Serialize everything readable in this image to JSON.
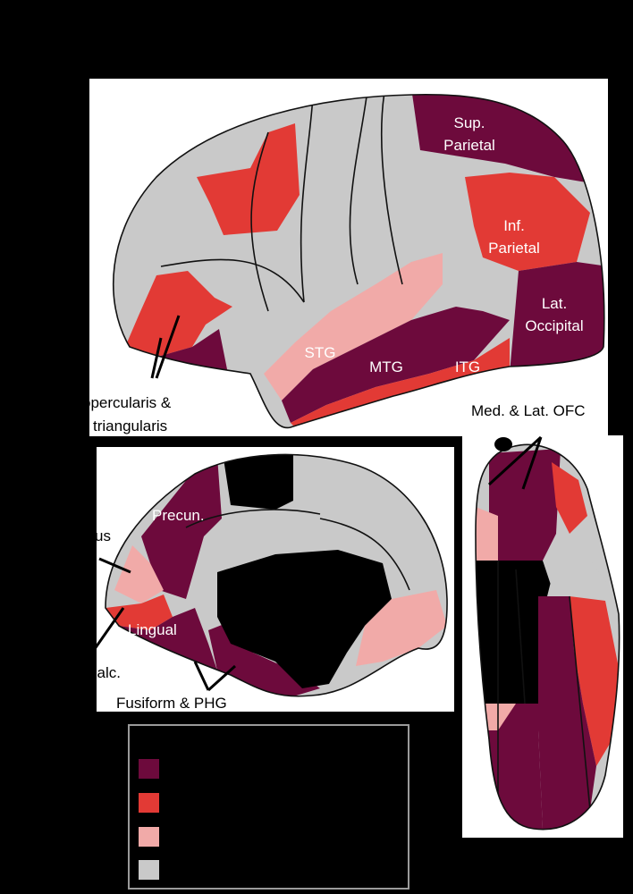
{
  "colors": {
    "dark": "#6d0a3c",
    "red": "#e23a35",
    "pink": "#f1aaa8",
    "gray": "#c9c9c9"
  },
  "lateral": {
    "sup_parietal": [
      "Sup.",
      "Parietal"
    ],
    "inf_parietal": [
      "Inf.",
      "Parietal"
    ],
    "lat_occipital": [
      "Lat.",
      "Occipital"
    ],
    "stg": "STG",
    "mtg": "MTG",
    "itg": "ITG",
    "opercularis": [
      "opercularis &",
      "triangularis"
    ]
  },
  "medial": {
    "precuneus": "Precun.",
    "cuneus": "us",
    "lingual": "Lingual",
    "pericalc": "calc.",
    "fusiform_phg": "Fusiform & PHG"
  },
  "ventral": {
    "ofc": "Med. & Lat. OFC"
  },
  "legend": {
    "swatches": [
      "dark",
      "red",
      "pink",
      "gray"
    ]
  }
}
